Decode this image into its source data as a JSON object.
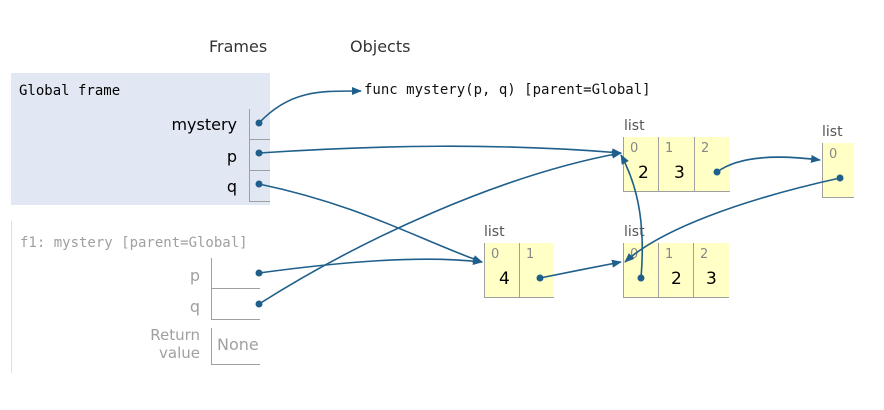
{
  "headers": {
    "frames": "Frames",
    "objects": "Objects"
  },
  "global_frame": {
    "title": "Global frame",
    "vars": [
      {
        "name": "mystery"
      },
      {
        "name": "p"
      },
      {
        "name": "q"
      }
    ]
  },
  "f1_frame": {
    "title": "f1: mystery [parent=Global]",
    "vars": [
      {
        "name": "p"
      },
      {
        "name": "q"
      }
    ],
    "return_label_1": "Return",
    "return_label_2": "value",
    "return_value": "None"
  },
  "function_object": {
    "text": "func mystery(p,  q) [parent=Global]"
  },
  "lists": {
    "A": {
      "label": "list",
      "items": [
        {
          "index": "0",
          "value": "2"
        },
        {
          "index": "1",
          "value": "3"
        },
        {
          "index": "2",
          "value": ""
        }
      ]
    },
    "B": {
      "label": "list",
      "items": [
        {
          "index": "0",
          "value": ""
        }
      ]
    },
    "C": {
      "label": "list",
      "items": [
        {
          "index": "0",
          "value": "4"
        },
        {
          "index": "1",
          "value": ""
        }
      ]
    },
    "D": {
      "label": "list",
      "items": [
        {
          "index": "0",
          "value": ""
        },
        {
          "index": "1",
          "value": "2"
        },
        {
          "index": "2",
          "value": "3"
        }
      ]
    }
  },
  "colors": {
    "arrow": "#1f5f8b",
    "frame_bg": "#e2e8f3",
    "list_bg": "#ffffc6"
  }
}
